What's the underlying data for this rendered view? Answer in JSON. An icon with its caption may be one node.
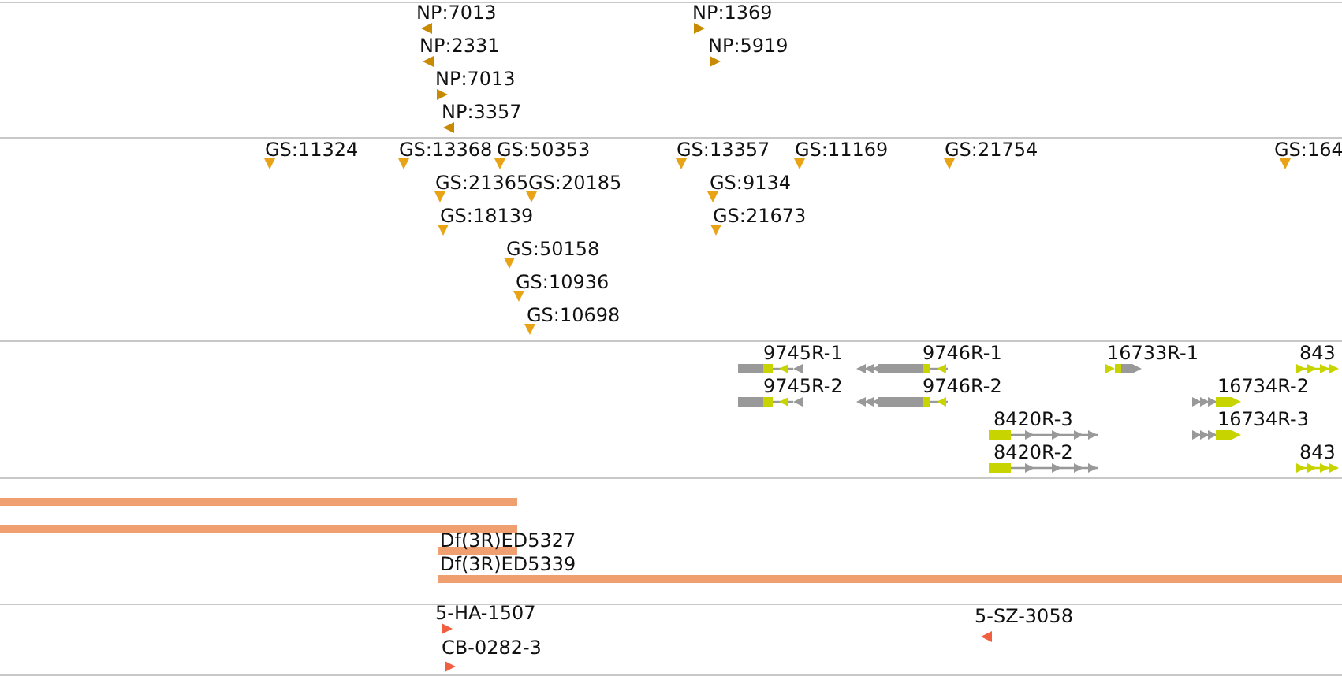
{
  "diagram": {
    "labels": [
      "NP:7013",
      "NP:1369",
      "NP:2331",
      "NP:5919",
      "NP:7013",
      "NP:3357",
      "GS:11324",
      "GS:13368",
      "GS:50353",
      "GS:13357",
      "GS:11169",
      "GS:21754",
      "GS:164",
      "GS:21365",
      "GS:20185",
      "GS:9134",
      "GS:18139",
      "GS:21673",
      "GS:50158",
      "GS:10936",
      "GS:10698",
      "9745R-1",
      "9746R-1",
      "16733R-1",
      "843",
      "9745R-2",
      "9746R-2",
      "16734R-2",
      "8420R-3",
      "16734R-3",
      "8420R-2",
      "843",
      "Df(3R)ED5327",
      "Df(3R)ED5339",
      "5-HA-1507",
      "5-SZ-3058",
      "CB-0282-3"
    ]
  }
}
